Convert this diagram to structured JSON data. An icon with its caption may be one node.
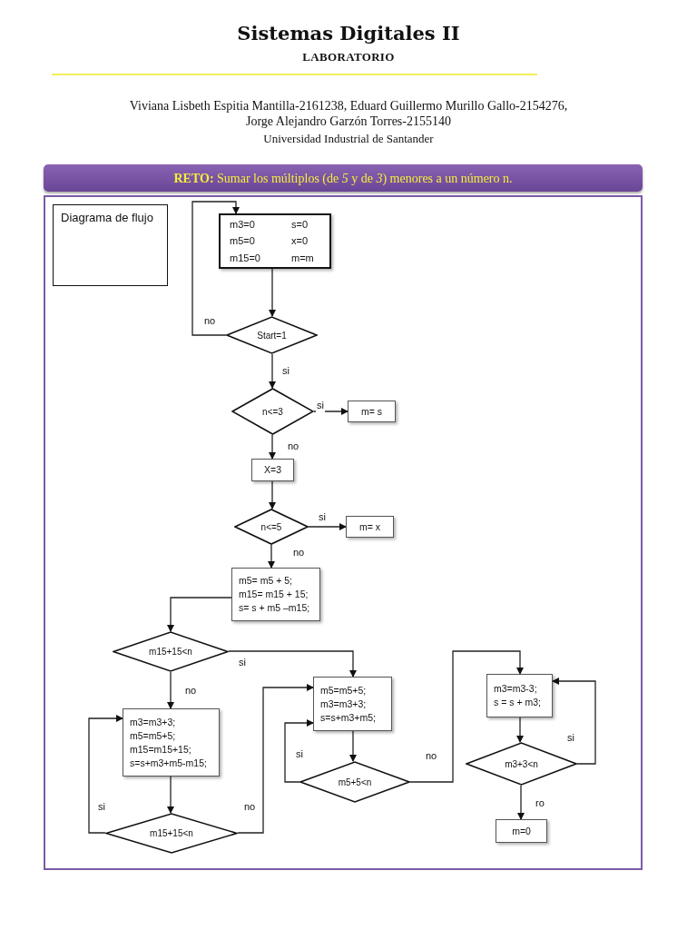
{
  "diagram": {
    "title": "Sistemas Digitales II",
    "nodes": [
      {
        "text": [
          "Diagrama de flujo"
        ]
      },
      {
        "text": [
          "m3=0",
          "s=0",
          "m5=0",
          "x=0",
          "m15=0",
          "m=m"
        ]
      },
      {
        "text": [
          "Start=1"
        ]
      },
      {
        "text": [
          "n<=3"
        ]
      },
      {
        "text": [
          "m= s"
        ]
      },
      {
        "text": [
          "X=3"
        ]
      },
      {
        "text": [
          "n<=5"
        ]
      },
      {
        "text": [
          "m= x"
        ]
      },
      {
        "text": [
          "m5= m5 + 5;",
          "m15= m15 + 15;",
          "s= s + m5 –m15;"
        ]
      },
      {
        "text": [
          "m15+15<n"
        ]
      },
      {
        "text": [
          "m3=m3+3;",
          "m5=m5+5;",
          "m15=m15+15;",
          "s=s+m3+m5-m15;"
        ]
      },
      {
        "text": [
          "m15+15<n"
        ]
      },
      {
        "text": [
          "m5=m5+5;",
          "m3=m3+3;",
          "s=s+m3+m5;"
        ]
      },
      {
        "text": [
          "m5+5<n"
        ]
      },
      {
        "text": [
          "m3=m3-3;",
          "s = s + m3;"
        ]
      },
      {
        "text": [
          "m3+3<n"
        ]
      },
      {
        "text": [
          "m=0"
        ]
      }
    ],
    "edges": [
      {
        "from": 2,
        "to": 1,
        "arrow": "to",
        "label": "no"
      },
      {
        "from": 1,
        "to": 2,
        "arrow": "to"
      },
      {
        "from": 2,
        "to": 3,
        "arrow": "to",
        "label": "si"
      },
      {
        "from": 3,
        "to": 4,
        "arrow": "to",
        "label": "si"
      },
      {
        "from": 3,
        "to": 5,
        "arrow": "to",
        "label": "no"
      },
      {
        "from": 5,
        "to": 6,
        "arrow": "to"
      },
      {
        "from": 6,
        "to": 7,
        "arrow": "to",
        "label": "si"
      },
      {
        "from": 6,
        "to": 8,
        "arrow": "to",
        "label": "no"
      },
      {
        "from": 8,
        "to": 9,
        "arrow": "to"
      },
      {
        "from": 9,
        "to": 12,
        "arrow": "to",
        "label": "si"
      },
      {
        "from": 9,
        "to": 10,
        "arrow": "to",
        "label": "no"
      },
      {
        "from": 10,
        "to": 11,
        "arrow": "to"
      },
      {
        "from": 11,
        "to": 10,
        "arrow": "to",
        "label": "si"
      },
      {
        "from": 11,
        "to": 12,
        "arrow": "to",
        "label": "no"
      },
      {
        "from": 12,
        "to": 13,
        "arrow": "to"
      },
      {
        "from": 13,
        "to": 12,
        "arrow": "to",
        "label": "si"
      },
      {
        "from": 13,
        "to": 14,
        "arrow": "to",
        "label": "no"
      },
      {
        "from": 14,
        "to": 15,
        "arrow": "to"
      },
      {
        "from": 15,
        "to": 14,
        "arrow": "to",
        "label": "si"
      },
      {
        "from": 15,
        "to": 16,
        "arrow": "to",
        "label": "ro"
      }
    ],
    "labels": [
      "LABORATORIO",
      "Viviana Lisbeth Espitia Mantilla-2161238, Eduard Guillermo Murillo Gallo-2154276, Jorge Alejandro Garzón Torres-2155140",
      "Universidad Industrial de Santander",
      "**RETO:**  Sumar los múltiplos (de *5* y de *3*) menores a un número n."
    ]
  }
}
